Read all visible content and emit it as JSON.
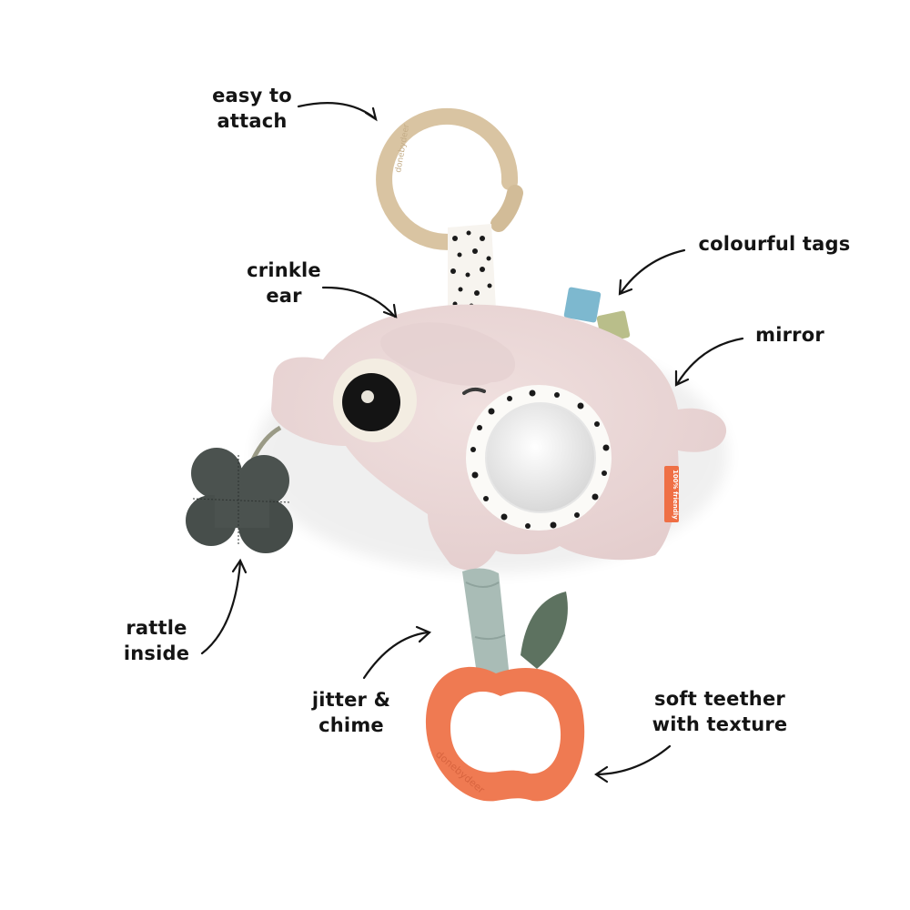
{
  "image": {
    "subject": "Plush elephant activity toy with ring, tags, mirror, rattle and apple teether",
    "colors": {
      "background": "#ffffff",
      "ring": "#d9c4a2",
      "body_pink": "#ecd9d9",
      "eye_black": "#141414",
      "eye_white": "#f3ede2",
      "clover": "#4b524f",
      "tag_blue": "#7db8cf",
      "tag_green": "#b9be8a",
      "side_tag": "#ef6f45",
      "teether": "#ef7a52",
      "ribbon": "#a9bcb6",
      "leaf": "#5d7260",
      "label_text": "#141414"
    }
  },
  "callouts": [
    {
      "id": "easy-to-attach",
      "lines": [
        "easy to",
        "attach"
      ]
    },
    {
      "id": "crinkle-ear",
      "lines": [
        "crinkle",
        "ear"
      ]
    },
    {
      "id": "colourful-tags",
      "lines": [
        "colourful tags"
      ]
    },
    {
      "id": "mirror",
      "lines": [
        "mirror"
      ]
    },
    {
      "id": "rattle-inside",
      "lines": [
        "rattle",
        "inside"
      ]
    },
    {
      "id": "jitter-chime",
      "lines": [
        "jitter &",
        "chime"
      ]
    },
    {
      "id": "soft-teether",
      "lines": [
        "soft teether",
        "with texture"
      ]
    }
  ],
  "product_text": {
    "ring_brand": "donebydeer",
    "side_tag": "100% friendly",
    "teether_brand": "donebydeer"
  }
}
